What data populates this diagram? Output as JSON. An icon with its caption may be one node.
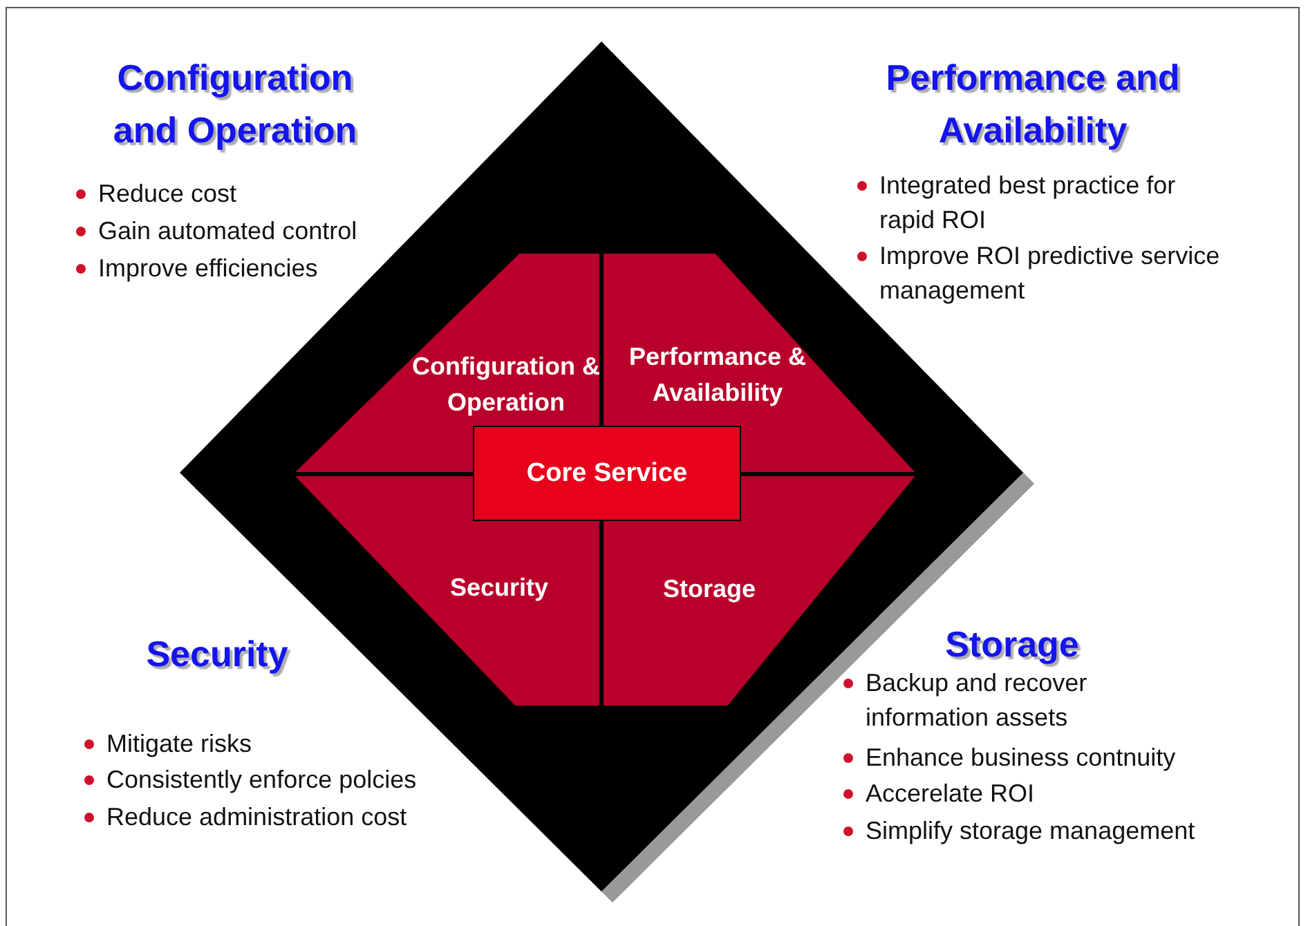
{
  "diagram": {
    "nodes": [
      {
        "text": [],
        "shape": "diamond"
      },
      {
        "text": [
          "Configuration & Operation"
        ],
        "in": 0
      },
      {
        "text": [
          "Performance & Availability"
        ],
        "in": 0
      },
      {
        "text": [
          "Security"
        ],
        "in": 0
      },
      {
        "text": [
          "Storage"
        ],
        "in": 0
      },
      {
        "text": [
          "Core Service"
        ],
        "in": 0
      }
    ],
    "labels": [
      "Configuration and Operation",
      "Reduce cost",
      "Gain automated control",
      "Improve efficiencies",
      "Performance and Availability",
      "Integrated best practice for rapid ROI",
      "Improve ROI predictive service management",
      "Security",
      "Mitigate risks",
      "Consistently enforce polcies",
      "Reduce administration cost",
      "Storage",
      "Backup and recover information assets",
      "Enhance business contnuity",
      "Accerelate ROI",
      "Simplify storage management"
    ]
  }
}
